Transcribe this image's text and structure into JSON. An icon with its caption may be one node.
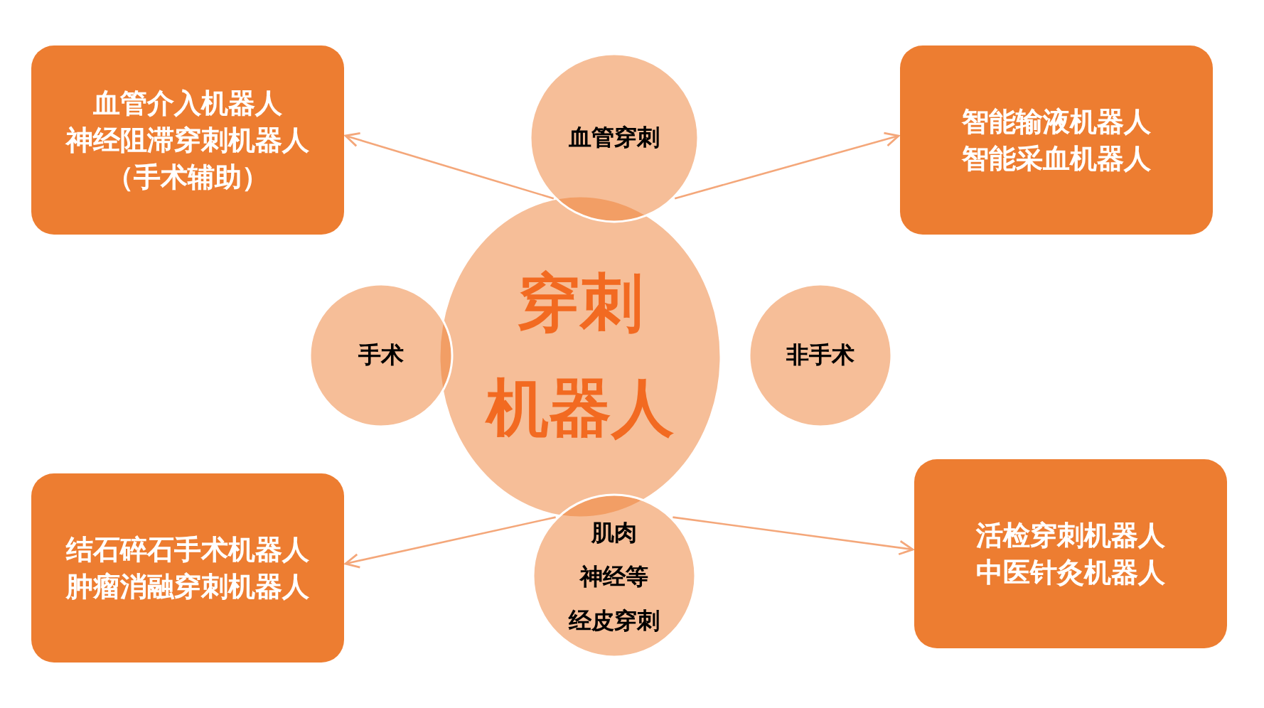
{
  "diagram": {
    "nodes": [
      {
        "text": [
          "穿刺",
          "机器人"
        ]
      },
      {
        "text": [
          "血管穿刺"
        ]
      },
      {
        "text": [
          "手术"
        ]
      },
      {
        "text": [
          "非手术"
        ]
      },
      {
        "text": [
          "肌肉",
          "神经等",
          "经皮穿刺"
        ]
      },
      {
        "text": [
          "血管介入机器人",
          "神经阻滞穿刺机器人",
          "（手术辅助）"
        ]
      },
      {
        "text": [
          "智能输液机器人",
          "智能采血机器人"
        ]
      },
      {
        "text": [
          "结石碎石手术机器人",
          "肿瘤消融穿刺机器人"
        ]
      },
      {
        "text": [
          "活检穿刺机器人",
          "中医针灸机器人"
        ]
      }
    ],
    "edges": [
      {
        "from": 1,
        "to": 5,
        "arrow": "to"
      },
      {
        "from": 1,
        "to": 6,
        "arrow": "to"
      },
      {
        "from": 4,
        "to": 7,
        "arrow": "to"
      },
      {
        "from": 4,
        "to": 8,
        "arrow": "to"
      }
    ]
  }
}
